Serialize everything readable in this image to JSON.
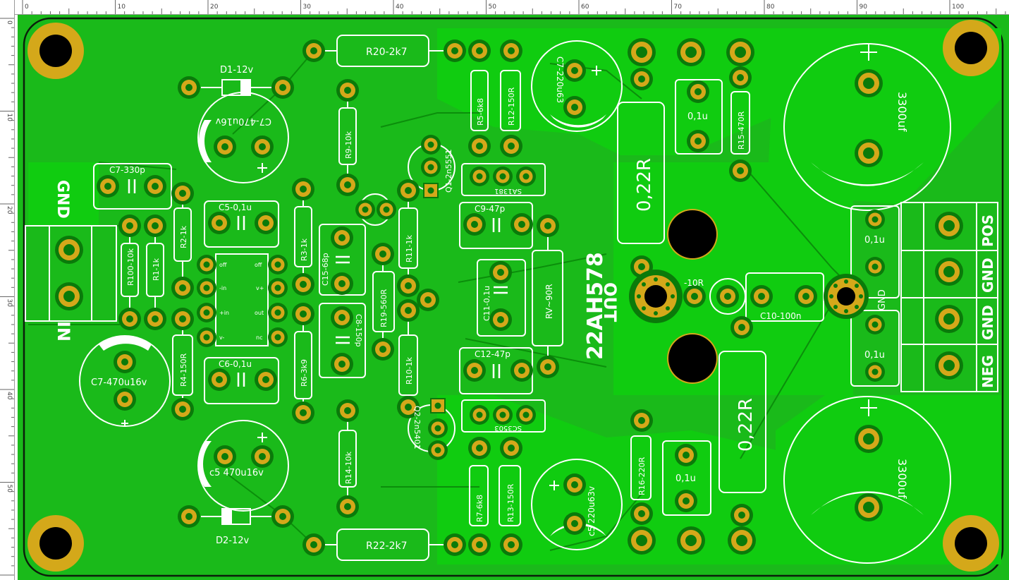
{
  "ruler": {
    "unit": "mm",
    "top_marks": [
      "0",
      "10",
      "20",
      "30",
      "40",
      "50",
      "60",
      "70",
      "80",
      "90",
      "100"
    ],
    "left_marks": [
      "0",
      "10",
      "20",
      "30",
      "40",
      "50"
    ]
  },
  "colors": {
    "board": "#1aba1a",
    "copper": "#0fcf0f",
    "pad": "#d4a81a",
    "silk": "#ffffff",
    "hole": "#000000"
  },
  "board_text": {
    "gnd_in": "GND",
    "in": "IN",
    "out": "OUT",
    "chip": "22AH578",
    "pos": "POS",
    "gnd1": "GND",
    "gnd2": "GND",
    "neg": "NEG",
    "gnd_small": "GND",
    "r10": "-10R"
  },
  "components": {
    "d1": "D1-12v",
    "d2": "D2-12v",
    "c7_top": "C7-470u16v",
    "c7_left": "C7-470u16v",
    "c5_bottom": "c5 470u16v",
    "c7_330p": "C7-330p",
    "c5_01u": "C5-0,1u",
    "c6_01u": "C6-0,1u",
    "r100": "R100-10k",
    "r1": "R1-1k",
    "r2": "R2-1k",
    "r4": "R4-150R",
    "ic_pins_left": [
      "off",
      "-in",
      "+in",
      "v-"
    ],
    "ic_pins_right": [
      "off",
      "v+",
      "out",
      "nc"
    ],
    "r20": "R20-2k7",
    "r22": "R22-2k7",
    "r9": "R9-10k",
    "r14": "R14-10k",
    "r3": "R3-1k",
    "r6": "R6-3k9",
    "c15": "C15-68p",
    "c8": "C8-150p",
    "r19": "R19-560R",
    "r11": "R11-1k",
    "r10_1k": "R10-1k",
    "q1": "Q1-2n5551",
    "q2": "Q2-2n5401",
    "r5": "R5-6k8",
    "r12": "R12-150R",
    "r7": "R7-6k8",
    "r13": "R13-150R",
    "sa1381": "SA1381",
    "sc3503": "SC3503",
    "c9": "C9-47p",
    "c12": "C12-47p",
    "c11": "C11-0,1u",
    "rv": "RV~90R",
    "c7_220": "C7-220u63",
    "c5_220": "c5 220u63v",
    "res022_top": "0,22R",
    "res022_bot": "0,22R",
    "c01_a": "0,1u",
    "c01_b": "0,1u",
    "c01_c": "0,1u",
    "c01_d": "0,1u",
    "r15": "R15-470R",
    "r16": "R16-220R",
    "c10": "C10-100n",
    "cap3300_top": "3300uf",
    "cap3300_bot": "3300uf"
  }
}
